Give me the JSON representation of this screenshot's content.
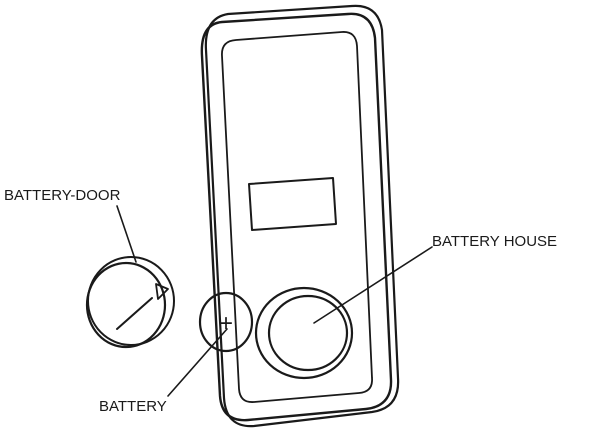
{
  "labels": {
    "battery_door": "BATTERY-DOOR",
    "battery_house": "BATTERY HOUSE",
    "battery": "BATTERY"
  },
  "battery_symbol": "+",
  "colors": {
    "ink": "#1a1a1a",
    "background": "#ffffff"
  }
}
